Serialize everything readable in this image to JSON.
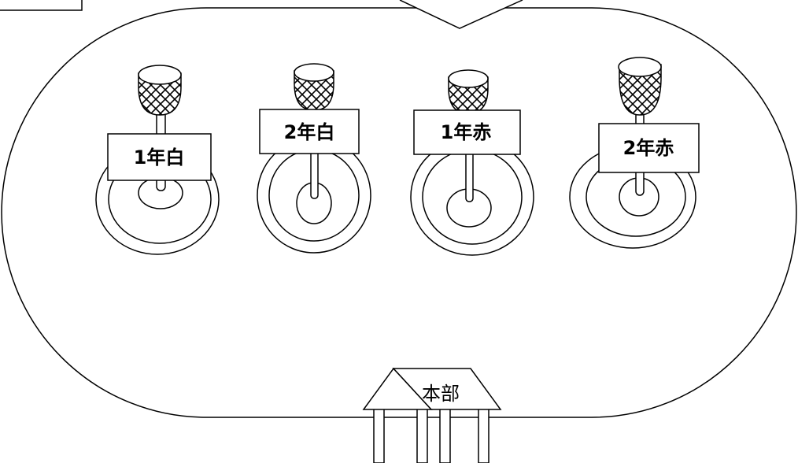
{
  "field": {
    "stations": [
      {
        "label": "1年白"
      },
      {
        "label": "2年白"
      },
      {
        "label": "1年赤"
      },
      {
        "label": "2年赤"
      }
    ],
    "headquarters": {
      "label": "本部"
    }
  },
  "colors": {
    "stroke": "#000000",
    "fill": "#ffffff"
  }
}
